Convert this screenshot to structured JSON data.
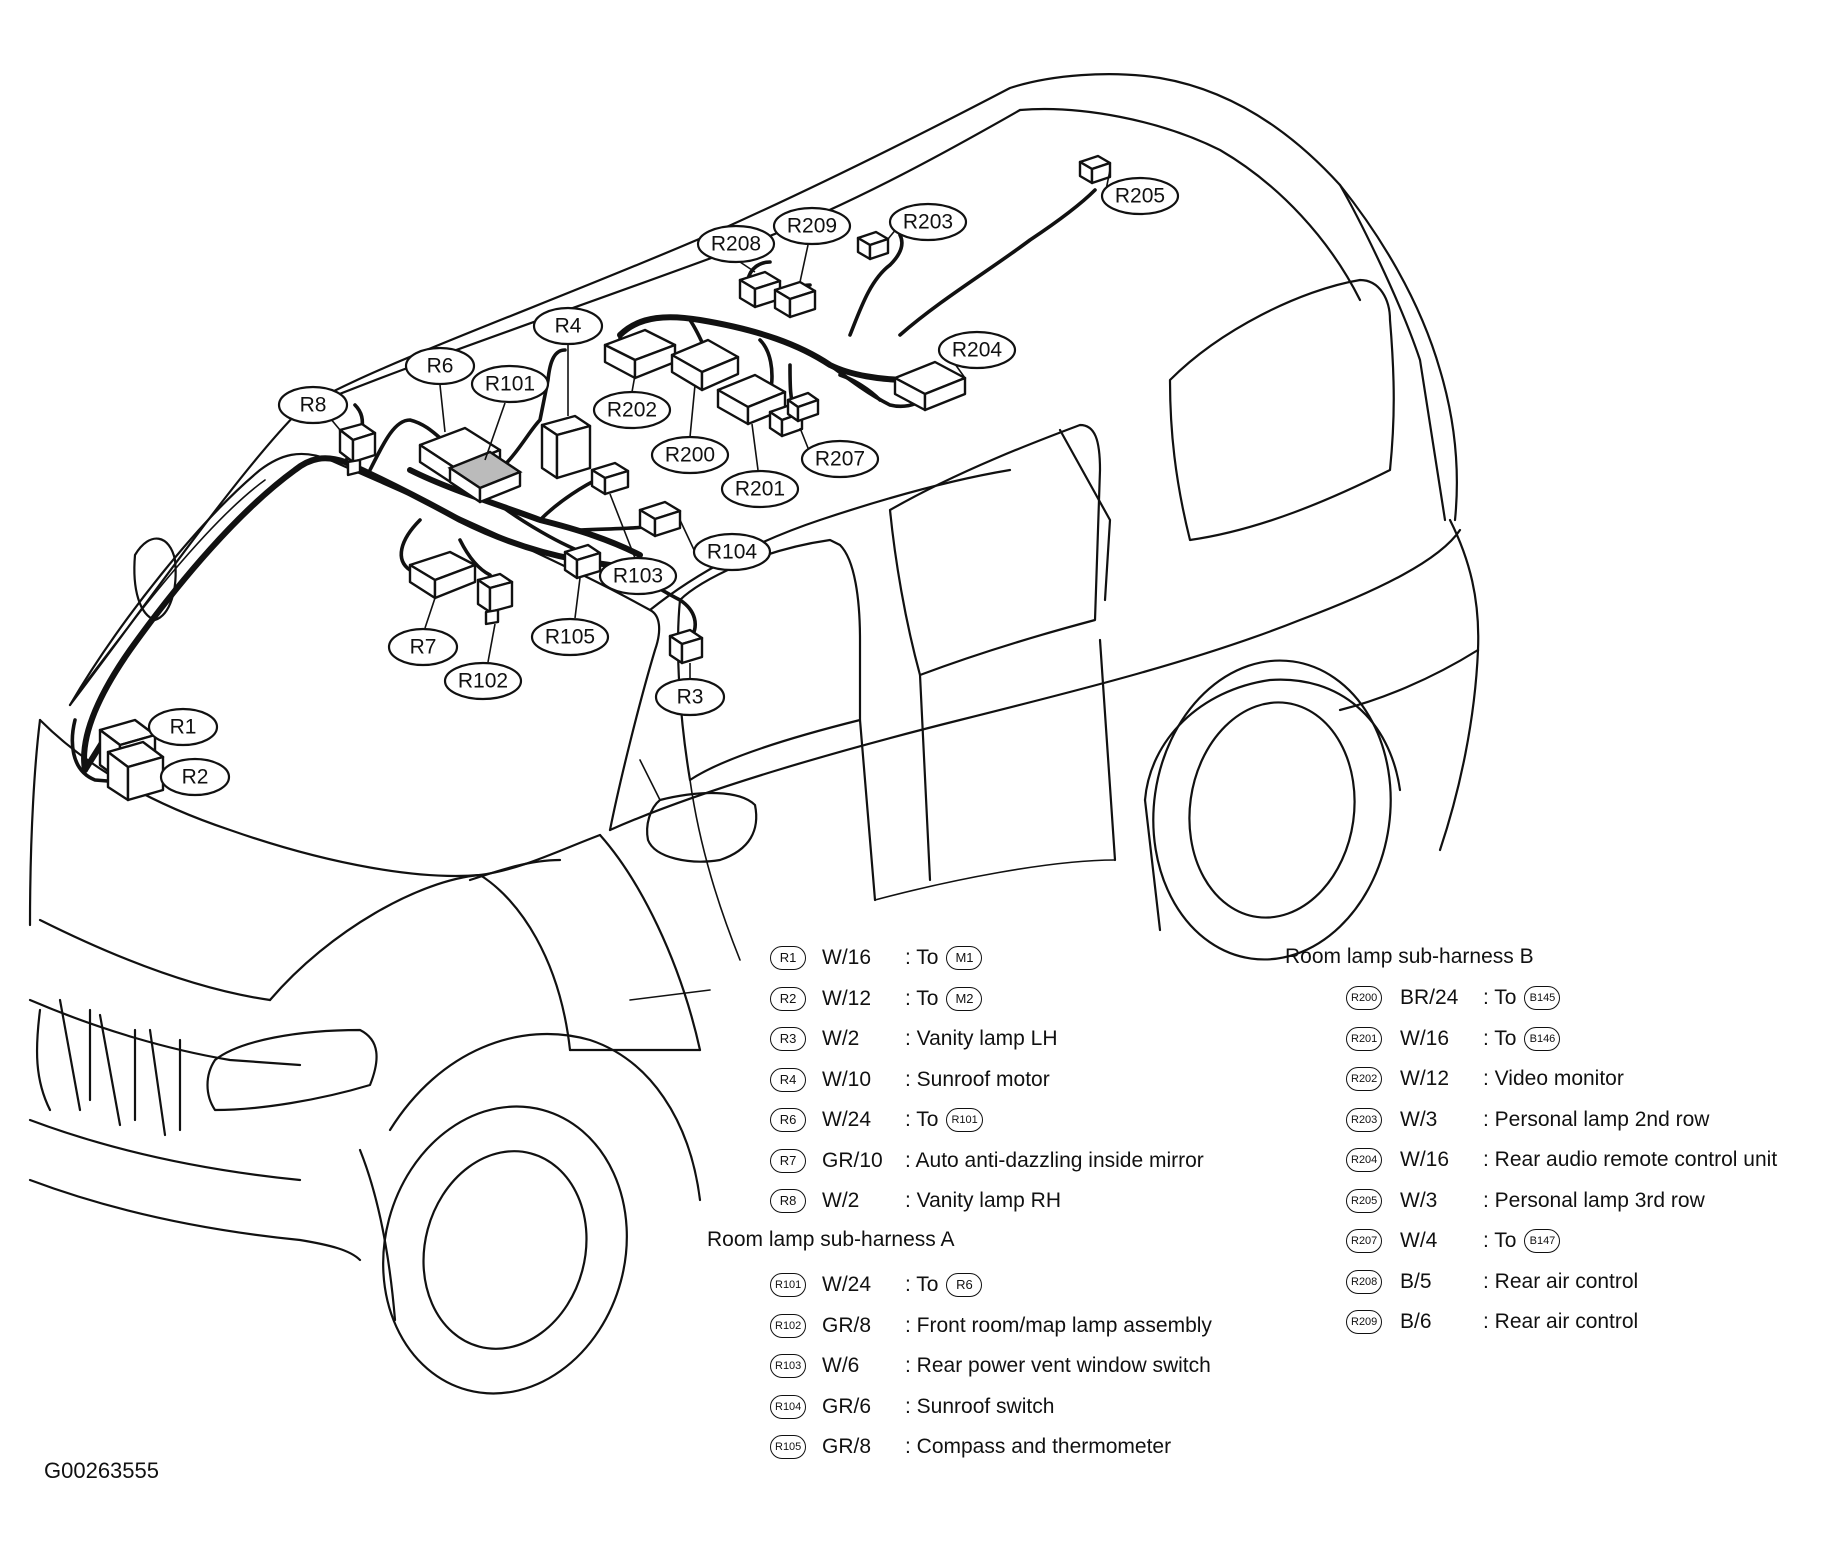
{
  "figure_id": "G00263555",
  "callouts": [
    "R1",
    "R2",
    "R3",
    "R4",
    "R6",
    "R7",
    "R8",
    "R101",
    "R102",
    "R103",
    "R104",
    "R105",
    "R200",
    "R201",
    "R202",
    "R203",
    "R204",
    "R205",
    "R207",
    "R208",
    "R209"
  ],
  "legend_main": [
    {
      "id": "R1",
      "spec": "W/16",
      "desc": ": To",
      "target": "M1"
    },
    {
      "id": "R2",
      "spec": "W/12",
      "desc": ": To",
      "target": "M2"
    },
    {
      "id": "R3",
      "spec": "W/2",
      "desc": ": Vanity lamp LH",
      "target": ""
    },
    {
      "id": "R4",
      "spec": "W/10",
      "desc": ": Sunroof motor",
      "target": ""
    },
    {
      "id": "R6",
      "spec": "W/24",
      "desc": ": To",
      "target": "R101"
    },
    {
      "id": "R7",
      "spec": "GR/10",
      "desc": ": Auto anti-dazzling inside mirror",
      "target": ""
    },
    {
      "id": "R8",
      "spec": "W/2",
      "desc": ": Vanity lamp RH",
      "target": ""
    }
  ],
  "section_a_title": "Room lamp sub-harness A",
  "legend_a": [
    {
      "id": "R101",
      "spec": "W/24",
      "desc": ": To",
      "target": "R6"
    },
    {
      "id": "R102",
      "spec": "GR/8",
      "desc": ": Front room/map lamp assembly",
      "target": ""
    },
    {
      "id": "R103",
      "spec": "W/6",
      "desc": ": Rear power vent window switch",
      "target": ""
    },
    {
      "id": "R104",
      "spec": "GR/6",
      "desc": ": Sunroof switch",
      "target": ""
    },
    {
      "id": "R105",
      "spec": "GR/8",
      "desc": ": Compass and thermometer",
      "target": ""
    }
  ],
  "section_b_title": "Room lamp sub-harness B",
  "legend_b": [
    {
      "id": "R200",
      "spec": "BR/24",
      "desc": ": To",
      "target": "B145"
    },
    {
      "id": "R201",
      "spec": "W/16",
      "desc": ": To",
      "target": "B146"
    },
    {
      "id": "R202",
      "spec": "W/12",
      "desc": ": Video monitor",
      "target": ""
    },
    {
      "id": "R203",
      "spec": "W/3",
      "desc": ": Personal lamp 2nd row",
      "target": ""
    },
    {
      "id": "R204",
      "spec": "W/16",
      "desc": ": Rear audio remote control unit",
      "target": ""
    },
    {
      "id": "R205",
      "spec": "W/3",
      "desc": ": Personal lamp 3rd row",
      "target": ""
    },
    {
      "id": "R207",
      "spec": "W/4",
      "desc": ": To",
      "target": "B147"
    },
    {
      "id": "R208",
      "spec": "B/5",
      "desc": ": Rear air control",
      "target": ""
    },
    {
      "id": "R209",
      "spec": "B/6",
      "desc": ": Rear air control",
      "target": ""
    }
  ]
}
